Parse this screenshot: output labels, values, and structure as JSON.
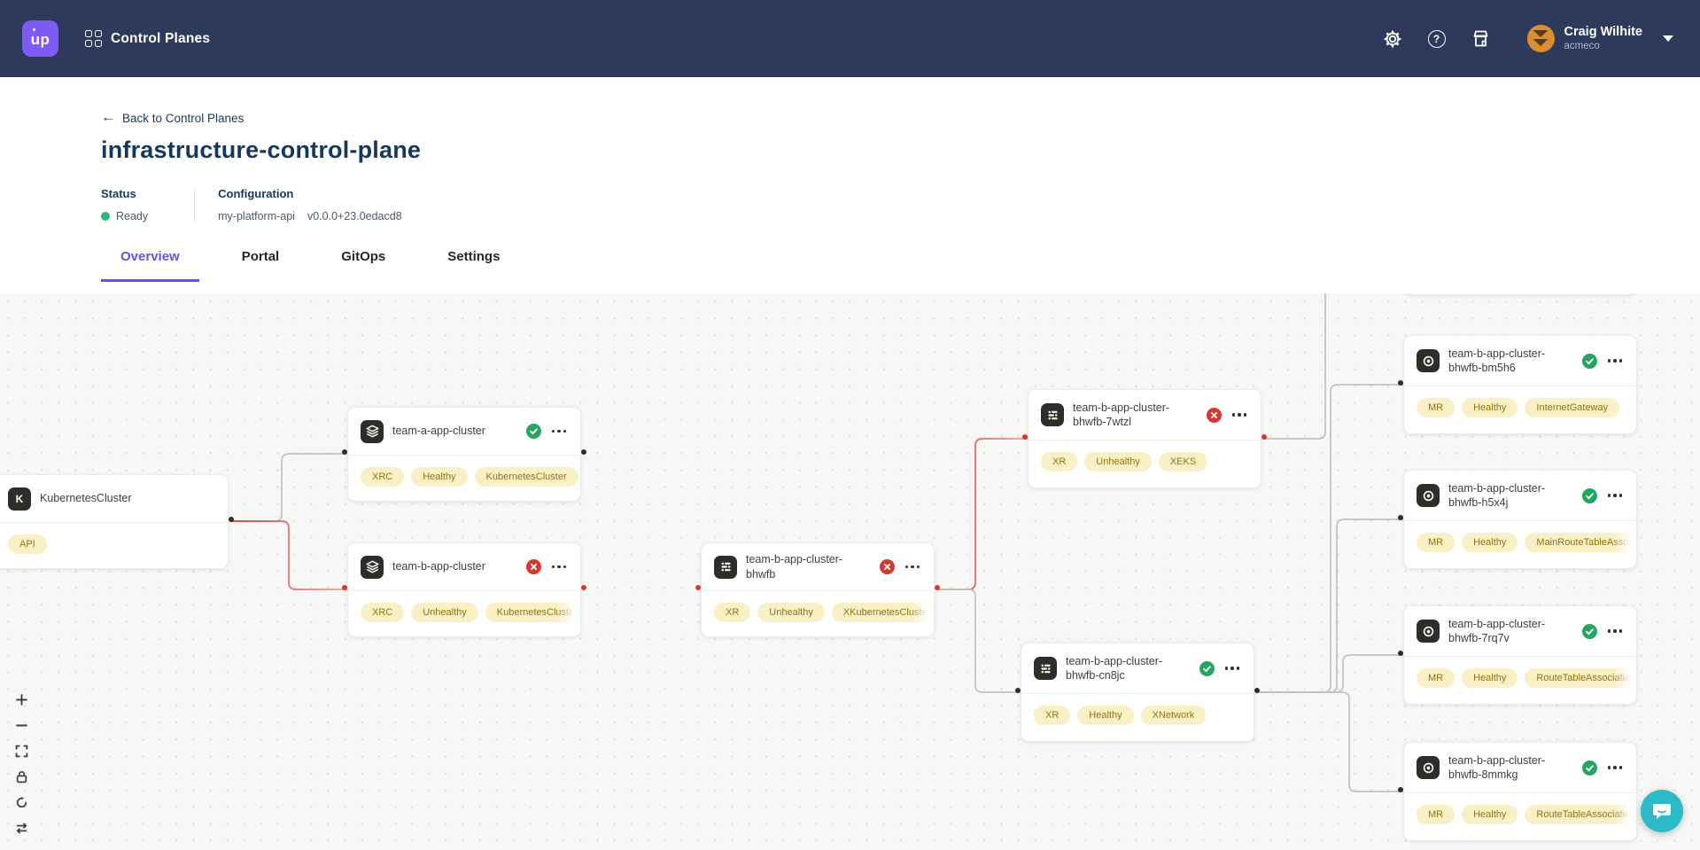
{
  "navbar": {
    "logo_text": "up",
    "app_title": "Control Planes",
    "icons": [
      "settings-gear",
      "help",
      "marketplace"
    ],
    "user": {
      "name": "Craig Wilhite",
      "org": "acmeco"
    }
  },
  "header": {
    "back_label": "Back to Control Planes",
    "title": "infrastructure-control-plane",
    "status_label": "Status",
    "status_value": "Ready",
    "config_label": "Configuration",
    "config_name": "my-platform-api",
    "config_version": "v0.0.0+23.0edacd8"
  },
  "tabs": [
    {
      "label": "Overview",
      "active": true
    },
    {
      "label": "Portal",
      "active": false
    },
    {
      "label": "GitOps",
      "active": false
    },
    {
      "label": "Settings",
      "active": false
    }
  ],
  "colors": {
    "navbar_bg": "#2d3a5b",
    "brand_purple": "#7e5bf6",
    "navy_text": "#16395b",
    "tab_active": "#6a51e4",
    "healthy_green": "#25a55f",
    "ready_green": "#2fb47c",
    "unhealthy_red": "#d8362e",
    "badge_bg": "#faf0c6",
    "badge_text": "#8f7311",
    "edge_gray": "#c1c1be",
    "canvas_bg": "#f7f7f5",
    "chat_teal": "#2cb9c8"
  },
  "graph": {
    "nodes": [
      {
        "id": "kubernetescluster",
        "title": "KubernetesCluster",
        "icon": "kubernetes",
        "status": "none",
        "badges": [
          "API"
        ]
      },
      {
        "id": "team-a-app-cluster",
        "title": "team-a-app-cluster",
        "icon": "layers",
        "status": "healthy",
        "badges": [
          "XRC",
          "Healthy",
          "KubernetesCluster"
        ]
      },
      {
        "id": "team-b-app-cluster",
        "title": "team-b-app-cluster",
        "icon": "layers",
        "status": "unhealthy",
        "badges": [
          "XRC",
          "Unhealthy",
          "KubernetesCluster"
        ]
      },
      {
        "id": "team-b-app-cluster-bhwfb",
        "title": "team-b-app-cluster-bhwfb",
        "icon": "composite",
        "status": "unhealthy",
        "badges": [
          "XR",
          "Unhealthy",
          "XKubernetesCluster"
        ]
      },
      {
        "id": "team-b-app-cluster-bhwfb-7wtzl",
        "title": "team-b-app-cluster-bhwfb-7wtzl",
        "icon": "composite",
        "status": "unhealthy",
        "badges": [
          "XR",
          "Unhealthy",
          "XEKS"
        ]
      },
      {
        "id": "team-b-app-cluster-bhwfb-cn8jc",
        "title": "team-b-app-cluster-bhwfb-cn8jc",
        "icon": "composite",
        "status": "healthy",
        "badges": [
          "XR",
          "Healthy",
          "XNetwork"
        ]
      },
      {
        "id": "team-b-app-cluster-bhwfb-bm5h6",
        "title": "team-b-app-cluster-bhwfb-bm5h6",
        "icon": "managed",
        "status": "healthy",
        "badges": [
          "MR",
          "Healthy",
          "InternetGateway"
        ]
      },
      {
        "id": "team-b-app-cluster-bhwfb-h5x4j",
        "title": "team-b-app-cluster-bhwfb-h5x4j",
        "icon": "managed",
        "status": "healthy",
        "badges": [
          "MR",
          "Healthy",
          "MainRouteTableAssociation"
        ]
      },
      {
        "id": "team-b-app-cluster-bhwfb-7rq7v",
        "title": "team-b-app-cluster-bhwfb-7rq7v",
        "icon": "managed",
        "status": "healthy",
        "badges": [
          "MR",
          "Healthy",
          "RouteTableAssociation"
        ]
      },
      {
        "id": "team-b-app-cluster-bhwfb-8mmkg",
        "title": "team-b-app-cluster-bhwfb-8mmkg",
        "icon": "managed",
        "status": "healthy",
        "badges": [
          "MR",
          "Healthy",
          "RouteTableAssociation"
        ]
      }
    ],
    "edges": [
      {
        "id": "e-kc-team-a",
        "source": "kubernetescluster",
        "target": "team-a-app-cluster",
        "status": "healthy"
      },
      {
        "id": "e-kc-team-b",
        "source": "kubernetescluster",
        "target": "team-b-app-cluster",
        "status": "unhealthy"
      },
      {
        "id": "e-team-a-out",
        "source": "team-a-app-cluster",
        "target": "",
        "status": "healthy"
      },
      {
        "id": "e-team-b-bhwfb",
        "source": "team-b-app-cluster",
        "target": "team-b-app-cluster-bhwfb",
        "status": "unhealthy"
      },
      {
        "id": "e-bhwfb-7wtzl",
        "source": "team-b-app-cluster-bhwfb",
        "target": "team-b-app-cluster-bhwfb-7wtzl",
        "status": "unhealthy"
      },
      {
        "id": "e-bhwfb-cn8jc",
        "source": "team-b-app-cluster-bhwfb",
        "target": "team-b-app-cluster-bhwfb-cn8jc",
        "status": "healthy"
      },
      {
        "id": "e-7wtzl-up",
        "source": "team-b-app-cluster-bhwfb-7wtzl",
        "target": "",
        "status": "healthy"
      },
      {
        "id": "e-cn8jc-bm5h6",
        "source": "team-b-app-cluster-bhwfb-cn8jc",
        "target": "team-b-app-cluster-bhwfb-bm5h6",
        "status": "healthy"
      },
      {
        "id": "e-cn8jc-h5x4j",
        "source": "team-b-app-cluster-bhwfb-cn8jc",
        "target": "team-b-app-cluster-bhwfb-h5x4j",
        "status": "healthy"
      },
      {
        "id": "e-cn8jc-7rq7v",
        "source": "team-b-app-cluster-bhwfb-cn8jc",
        "target": "team-b-app-cluster-bhwfb-7rq7v",
        "status": "healthy"
      },
      {
        "id": "e-cn8jc-8mmkg",
        "source": "team-b-app-cluster-bhwfb-cn8jc",
        "target": "team-b-app-cluster-bhwfb-8mmkg",
        "status": "healthy"
      }
    ]
  },
  "canvas_controls": [
    "zoom-in",
    "zoom-out",
    "fit-view",
    "lock",
    "reset-view",
    "auto-layout"
  ],
  "chat": {
    "tooltip": "chat"
  }
}
